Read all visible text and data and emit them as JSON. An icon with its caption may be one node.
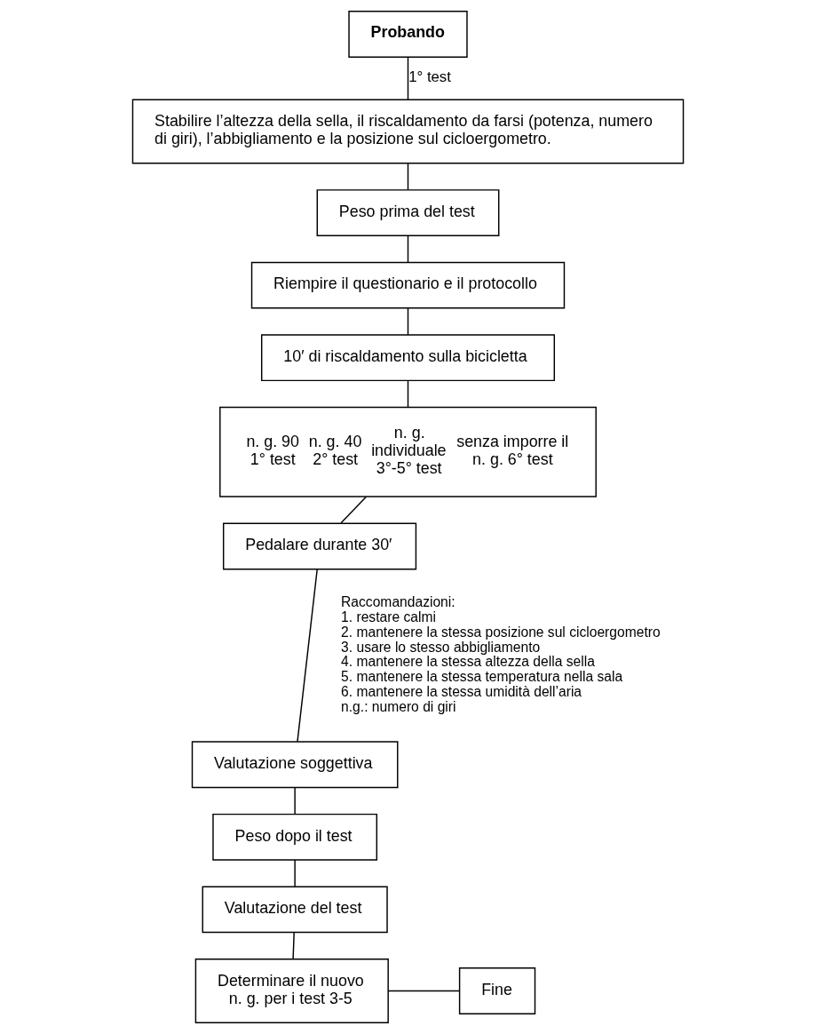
{
  "diagram": {
    "nodes": [
      {
        "text": [
          "Probando"
        ]
      },
      {
        "text": [
          "Stabilire l’altezza della sella, il riscaldamento da farsi (potenza, numero di giri), l’abbigliamento e la posizione sul cicloergometro."
        ]
      },
      {
        "text": [
          "Peso prima del test"
        ]
      },
      {
        "text": [
          "Riempire il questionario e il protocollo"
        ]
      },
      {
        "text": [
          "10′ di riscaldamento sulla bicicletta"
        ]
      },
      {
        "text": [
          "n. g. 90 1° test",
          "n. g. 40 2° test",
          "n. g. individuale 3°-5° test",
          "senza imporre il n. g. 6° test"
        ]
      },
      {
        "text": [
          "Pedalare durante 30′"
        ]
      },
      {
        "text": [
          "Valutazione soggettiva"
        ]
      },
      {
        "text": [
          "Peso dopo il test"
        ]
      },
      {
        "text": [
          "Valutazione del test"
        ]
      },
      {
        "text": [
          "Fine"
        ]
      },
      {
        "text": [
          "Determinare il nuovo n. g. per i test 3-5"
        ]
      }
    ],
    "edges": [
      {
        "from": 0,
        "to": 1,
        "arrow": "none",
        "label": "1° test"
      },
      {
        "from": 1,
        "to": 2,
        "arrow": "none"
      },
      {
        "from": 2,
        "to": 3,
        "arrow": "none"
      },
      {
        "from": 3,
        "to": 4,
        "arrow": "none"
      },
      {
        "from": 4,
        "to": 5,
        "arrow": "none"
      },
      {
        "from": 5,
        "to": 6,
        "arrow": "none"
      },
      {
        "from": 6,
        "to": 7,
        "arrow": "none"
      },
      {
        "from": 7,
        "to": 8,
        "arrow": "none"
      },
      {
        "from": 8,
        "to": 9,
        "arrow": "none"
      },
      {
        "from": 9,
        "to": 11,
        "arrow": "none"
      },
      {
        "from": 11,
        "to": 10,
        "arrow": "none"
      }
    ],
    "labels": [
      "Raccomandazioni:",
      "1. restare calmi",
      "2. mantenere la stessa posizione sul cicloergometro",
      "3. usare lo stesso abbigliamento",
      "4. mantenere la stessa altezza della sella",
      "5. mantenere la stessa temperatura nella sala",
      "6. mantenere la stessa umidità dell’aria",
      "n.g.: numero di giri"
    ]
  }
}
